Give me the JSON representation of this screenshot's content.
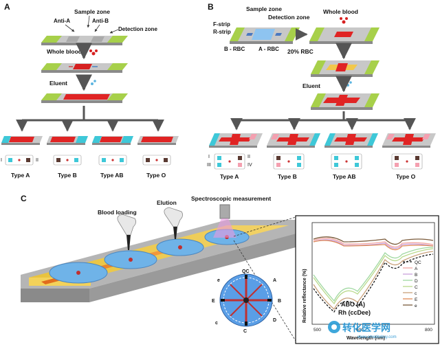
{
  "panel_a": {
    "letter": "A",
    "sample_zone": "Sample zone",
    "anti_a": "Anti-A",
    "anti_b": "Anti-B",
    "detection_zone": "Detection zone",
    "whole_blood": "Whole blood",
    "eluent": "Eluent",
    "roman_1": "I",
    "roman_2": "II",
    "types": [
      "Type A",
      "Type B",
      "Type AB",
      "Type O"
    ]
  },
  "panel_b": {
    "letter": "B",
    "sample_zone": "Sample zone",
    "detection_zone": "Detection zone",
    "f_strip": "F-strip",
    "r_strip": "R-strip",
    "b_rbc": "B - RBC",
    "a_rbc": "A - RBC",
    "whole_blood": "Whole blood",
    "rbc_20": "20% RBC",
    "eluent": "Eluent",
    "roman_1": "I",
    "roman_2": "II",
    "roman_3": "III",
    "roman_4": "IV",
    "types": [
      "Type A",
      "Type B",
      "Type AB",
      "Type O"
    ]
  },
  "panel_c": {
    "letter": "C",
    "blood_loading": "Blood loading",
    "elution": "Elution",
    "spectroscopic": "Spectroscopic measurement",
    "disc_labels": {
      "top": "QC",
      "top_right": "A",
      "right": "B",
      "bottom_right": "D",
      "bottom": "C",
      "bottom_left": "c",
      "left": "E",
      "top_left": "e"
    },
    "chart": {
      "ylabel": "Relative reflectance (%)",
      "xlabel": "Wavelength (nm)",
      "ticks_visible": [
        "500",
        "600",
        "800"
      ],
      "annotation_1": "ABO (A)",
      "annotation_2": "Rh (ccDee)",
      "legend": [
        "QC",
        "A",
        "B",
        "D",
        "C",
        "c",
        "E",
        "e"
      ],
      "colors": {
        "QC": "#111111",
        "A": "#f2a6a0",
        "B": "#c9a0dc",
        "D": "#9fd8a0",
        "C": "#b9d98a",
        "c": "#c8a07a",
        "E": "#e08a55",
        "e": "#7a5a3a"
      }
    }
  },
  "watermark": {
    "cn": "转化医学网",
    "url": "www.emedtobuy.com"
  }
}
